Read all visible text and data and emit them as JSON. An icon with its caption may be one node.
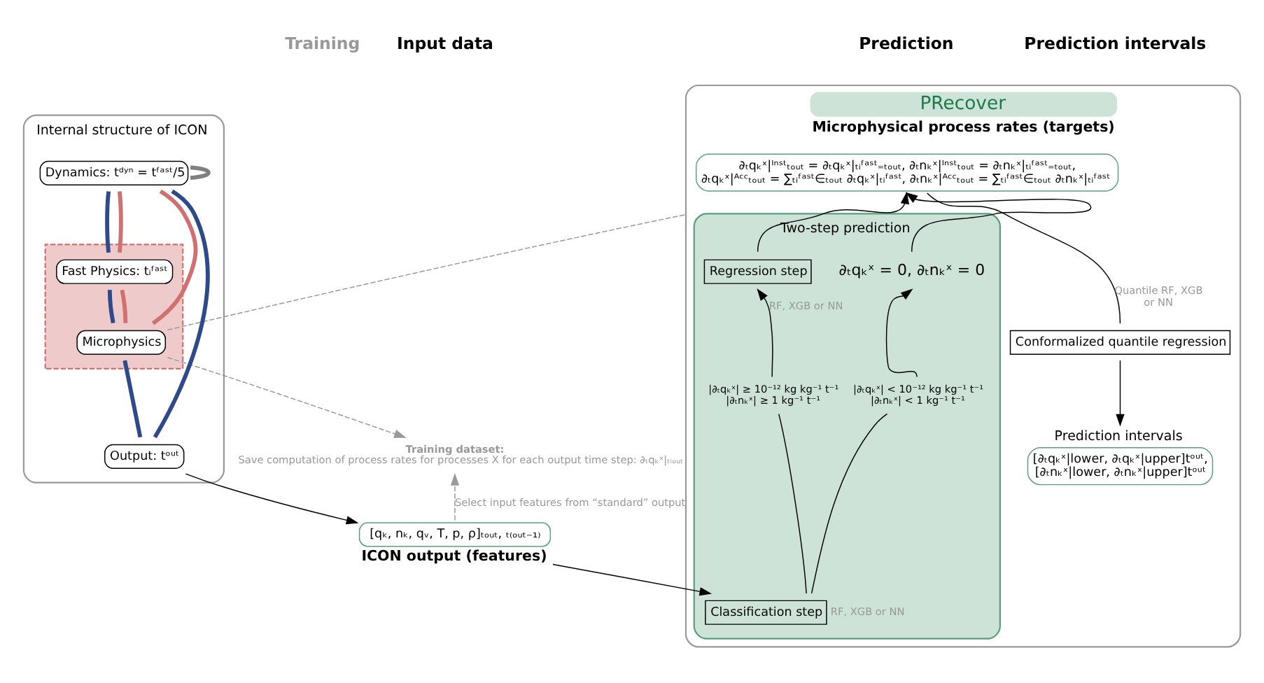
{
  "diagram": {
    "nodes": [
      {
        "text": [
          "Internal structure of ICON"
        ]
      },
      {
        "text": [
          "Dynamics: tᵈʸⁿ = tᶠᵃˢᵗ/5"
        ],
        "in": 0
      },
      {
        "text": [],
        "shape": "box",
        "in": 0
      },
      {
        "text": [
          "Fast Physics: tᵢᶠᵃˢᵗ"
        ],
        "in": 2
      },
      {
        "text": [
          "Microphysics"
        ],
        "in": 2
      },
      {
        "text": [
          "Output: tᵒᵘᵗ"
        ],
        "in": 0
      },
      {
        "text": [
          "Training dataset:",
          "Save computation of process rates for processes X for each output time step: ∂ₜqₖˣ|ₜᵢₒᵤₜ"
        ]
      },
      {
        "text": [
          "[qₖ, nₖ, qᵥ, T, p, ρ]ₜₒᵤₜ, ₜ₍ₒᵤₜ₋₁₎"
        ],
        "beside": [
          "ICON output (features)"
        ]
      },
      {
        "text": [
          "PRecover",
          "Microphysical process rates (targets)"
        ]
      },
      {
        "text": [
          "∂ₜqₖˣ|ᴵⁿˢᵗₜₒᵤₜ = ∂ₜqₖˣ|ₜᵢᶠᵃˢᵗ₌ₜₒᵤₜ, ∂ₜnₖˣ|ᴵⁿˢᵗₜₒᵤₜ = ∂ₜnₖˣ|ₜᵢᶠᵃˢᵗ₌ₜₒᵤₜ,",
          "∂ₜqₖˣ|ᴬᶜᶜₜₒᵤₜ = ∑ₜᵢᶠᵃˢᵗ∈ₜₒᵤₜ ∂ₜqₖˣ|ₜᵢᶠᵃˢᵗ, ∂ₜnₖˣ|ᴬᶜᶜₜₒᵤₜ = ∑ₜᵢᶠᵃˢᵗ∈ₜₒᵤₜ ∂ₜnₖˣ|ₜᵢᶠᵃˢᵗ"
        ],
        "in": 8
      },
      {
        "text": [
          "Two-step prediction"
        ],
        "in": 8
      },
      {
        "text": [
          "Regression step"
        ],
        "in": 10
      },
      {
        "text": [
          "∂ₜqₖˣ = 0, ∂ₜnₖˣ = 0"
        ],
        "in": 10
      },
      {
        "text": [
          "|∂ₜqₖˣ| ≥ 10⁻¹² kg kg⁻¹ t⁻¹",
          "|∂ₜnₖˣ| ≥ 1 kg⁻¹ t⁻¹"
        ],
        "in": 10
      },
      {
        "text": [
          "|∂ₜqₖˣ| < 10⁻¹² kg kg⁻¹ t⁻¹",
          "|∂ₜnₖˣ| < 1 kg⁻¹ t⁻¹"
        ],
        "in": 10
      },
      {
        "text": [
          "Classification step"
        ],
        "beside": [
          "RF, XGB or NN"
        ],
        "in": 10
      },
      {
        "text": [
          "Conformalized quantile regression"
        ],
        "in": 8
      },
      {
        "text": [
          "Prediction intervals",
          "[∂ₜqₖˣ|lower, ∂ₜqₖˣ|upper]tᵒᵘᵗ,",
          "[∂ₜnₖˣ|lower, ∂ₜnₖˣ|upper]tᵒᵘᵗ"
        ],
        "in": 8
      }
    ],
    "edges": [
      {
        "from": 1,
        "to": 3,
        "arrow": "none",
        "style": "thick",
        "color": "#2e4a8a"
      },
      {
        "from": 3,
        "to": 4,
        "arrow": "none",
        "style": "thick",
        "color": "#2e4a8a"
      },
      {
        "from": 4,
        "to": 5,
        "arrow": "none",
        "style": "thick",
        "color": "#2e4a8a"
      },
      {
        "from": 5,
        "to": 1,
        "arrow": "none",
        "style": "thick",
        "color": "#2e4a8a"
      },
      {
        "from": 1,
        "to": 3,
        "arrow": "none",
        "style": "thick",
        "color": "#d07070"
      },
      {
        "from": 3,
        "to": 4,
        "arrow": "none",
        "style": "thick",
        "color": "#d07070"
      },
      {
        "from": 4,
        "to": 1,
        "arrow": "none",
        "style": "thick",
        "color": "#d07070"
      },
      {
        "from": 1,
        "to": 1,
        "arrow": "none",
        "style": "thick",
        "color": "#808080"
      },
      {
        "from": 5,
        "to": 7,
        "arrow": "to"
      },
      {
        "from": 4,
        "to": 6,
        "arrow": "to",
        "style": "dashed",
        "color": "#999999"
      },
      {
        "from": 4,
        "to": 8,
        "arrow": "none",
        "style": "dashed",
        "color": "#999999"
      },
      {
        "from": 7,
        "to": 6,
        "arrow": "to",
        "style": "dashed",
        "color": "#999999",
        "label": "Select input features from “standard” output"
      },
      {
        "from": 7,
        "to": 15,
        "arrow": "to"
      },
      {
        "from": 15,
        "to": 13,
        "arrow": "none"
      },
      {
        "from": 15,
        "to": 14,
        "arrow": "none"
      },
      {
        "from": 13,
        "to": 11,
        "arrow": "to",
        "label": "RF, XGB or NN"
      },
      {
        "from": 14,
        "to": 12,
        "arrow": "to"
      },
      {
        "from": 11,
        "to": 9,
        "arrow": "to"
      },
      {
        "from": 12,
        "to": 9,
        "arrow": "to"
      },
      {
        "from": 9,
        "to": 16,
        "arrow": "none",
        "label": "Quantile RF, XGB or NN"
      },
      {
        "from": 16,
        "to": 17,
        "arrow": "to"
      }
    ],
    "labels": [
      "Training",
      "Input data",
      "Prediction",
      "Prediction intervals"
    ]
  }
}
